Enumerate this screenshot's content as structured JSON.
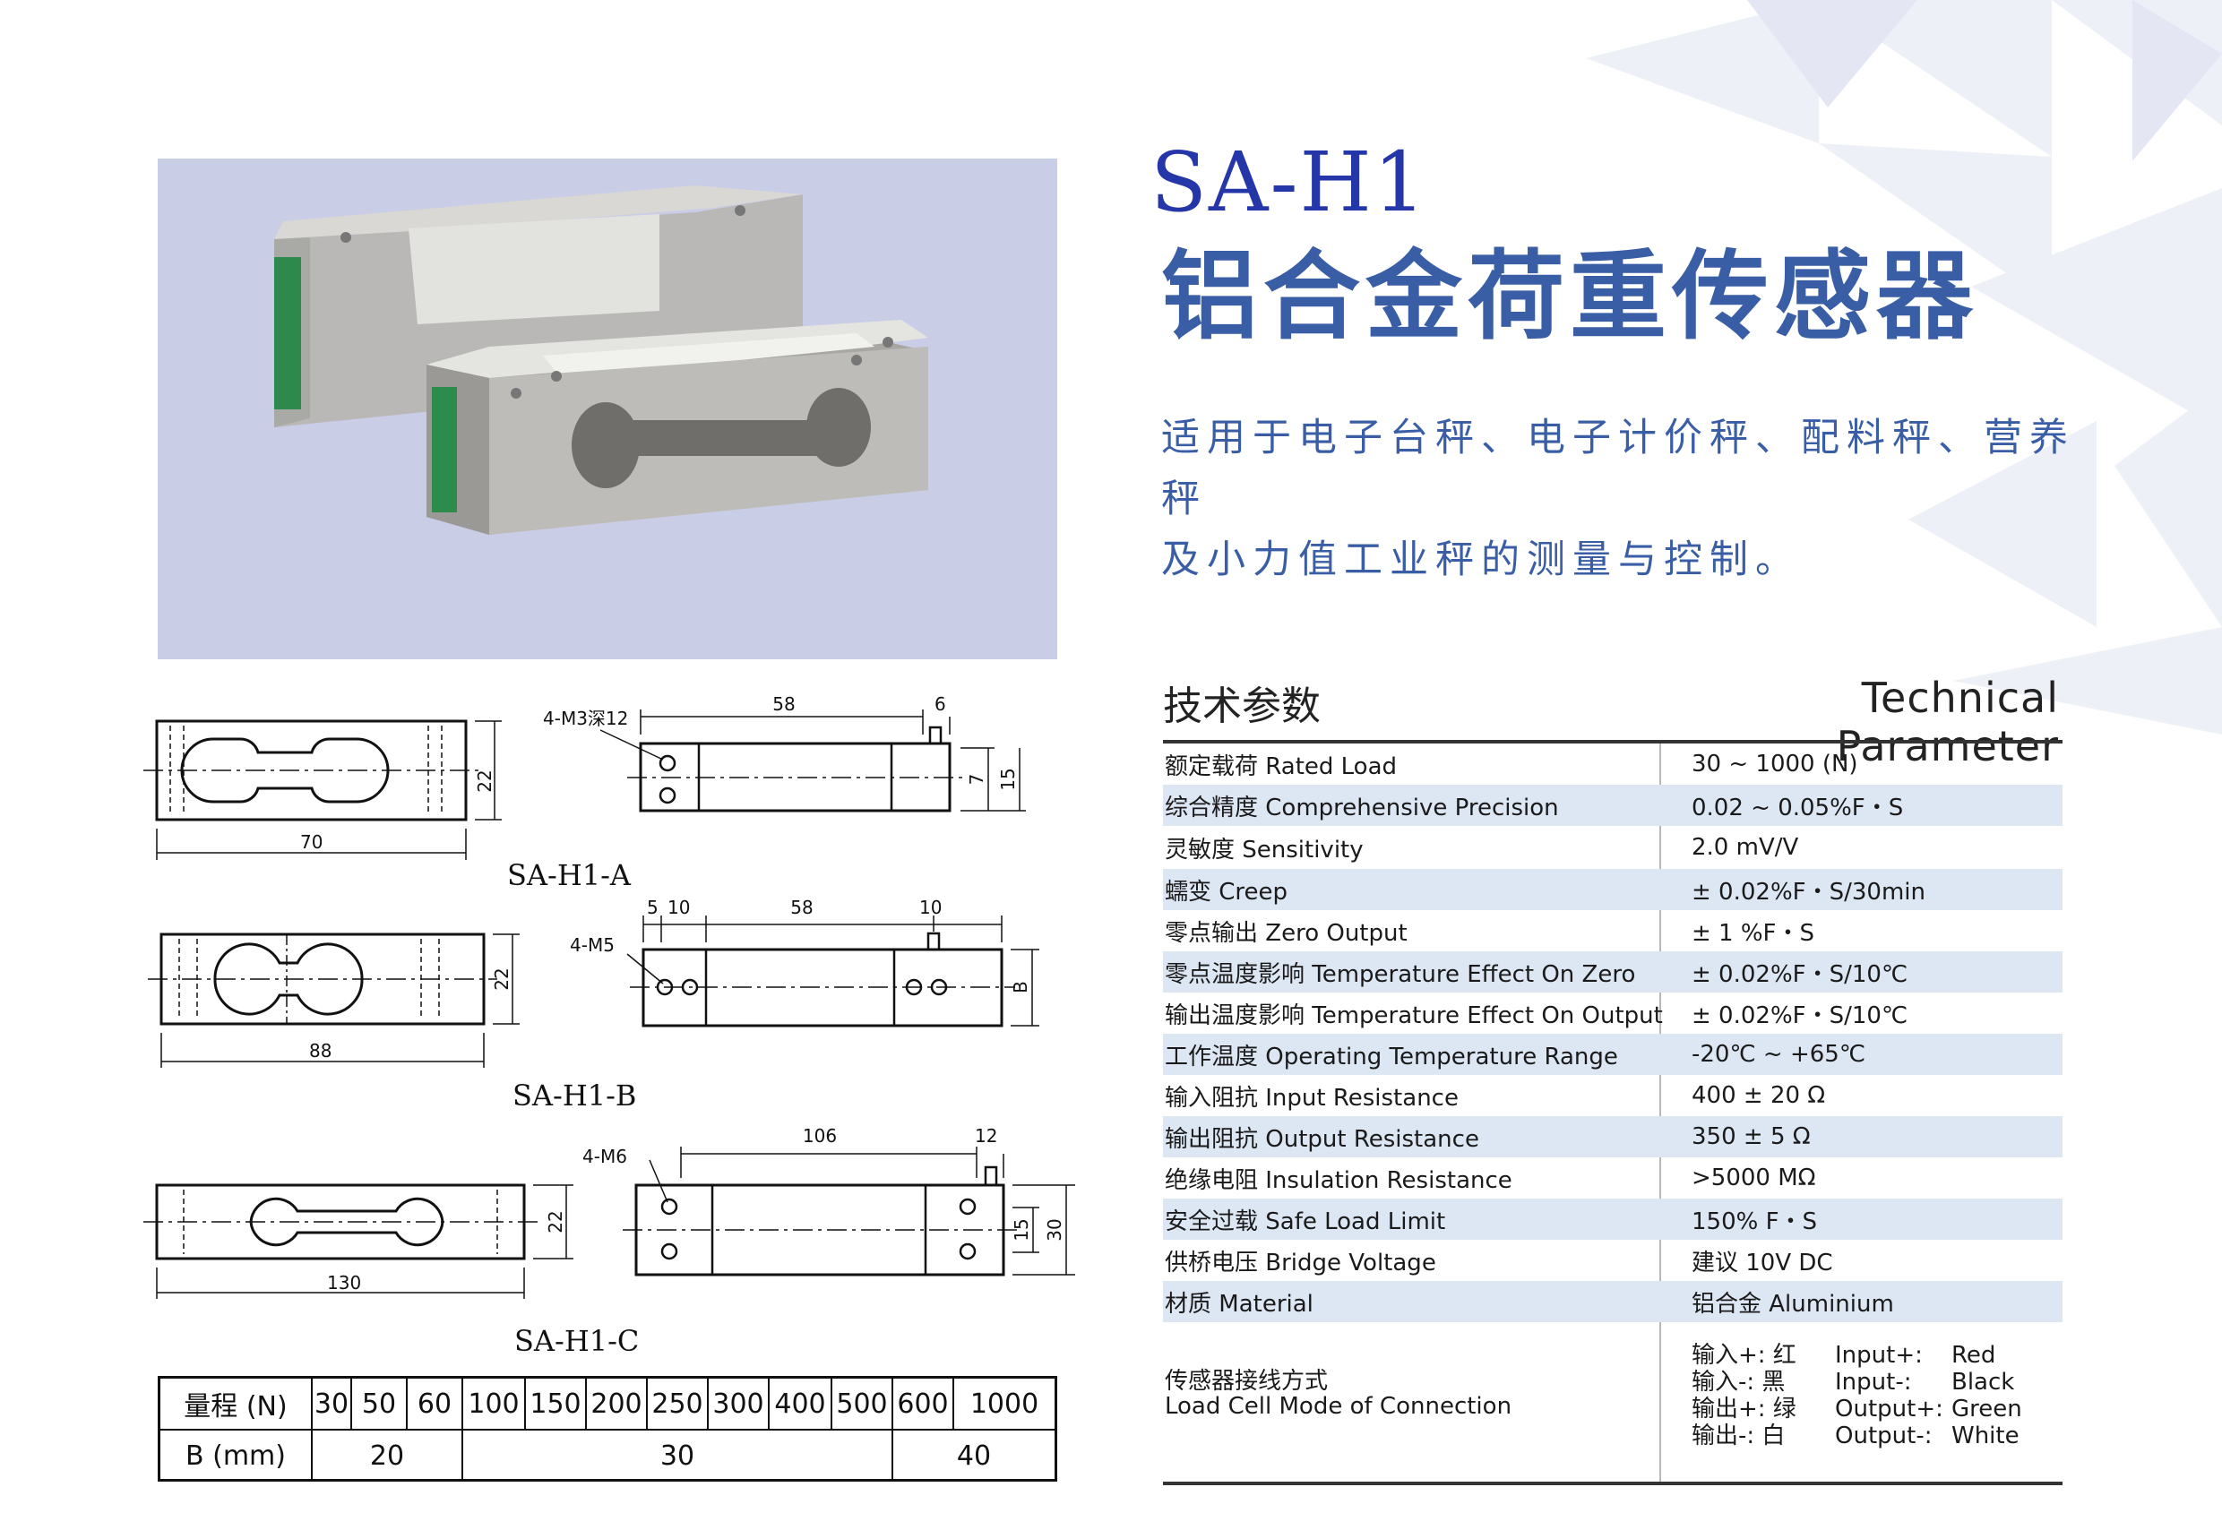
{
  "header": {
    "model": "SA-H1",
    "title": "铝合金荷重传感器",
    "description_line1": "适用于电子台秤、电子计价秤、配料秤、营养秤",
    "description_line2": "及小力值工业秤的测量与控制。"
  },
  "params": {
    "heading_cn": "技术参数",
    "heading_en": "Technical Parameter",
    "rows": [
      {
        "label": "额定载荷 Rated Load",
        "value": "30 ~ 1000 (N)"
      },
      {
        "label": "综合精度 Comprehensive Precision",
        "value": "0.02 ~ 0.05%F・S"
      },
      {
        "label": "灵敏度 Sensitivity",
        "value": "2.0 mV/V"
      },
      {
        "label": "蠕变 Creep",
        "value": "± 0.02%F・S/30min"
      },
      {
        "label": "零点输出 Zero Output",
        "value": "± 1 %F・S"
      },
      {
        "label": "零点温度影响 Temperature Effect On Zero",
        "value": "± 0.02%F・S/10℃"
      },
      {
        "label": "输出温度影响 Temperature Effect On Output",
        "value": "± 0.02%F・S/10℃"
      },
      {
        "label": "工作温度 Operating Temperature Range",
        "value": "-20℃ ~ +65℃"
      },
      {
        "label": "输入阻抗 Input Resistance",
        "value": "400 ± 20 Ω"
      },
      {
        "label": "输出阻抗 Output Resistance",
        "value": "350 ± 5 Ω"
      },
      {
        "label": "绝缘电阻 Insulation Resistance",
        "value": ">5000 MΩ"
      },
      {
        "label": "安全过载 Safe Load Limit",
        "value": "150% F・S"
      },
      {
        "label": "供桥电压 Bridge Voltage",
        "value": "建议 10V DC"
      },
      {
        "label": "材质 Material",
        "value": "铝合金 Aluminium"
      }
    ],
    "connection": {
      "label_cn": "传感器接线方式",
      "label_en": "Load Cell Mode of Connection",
      "wires": [
        {
          "cn": "输入+: 红",
          "en": "Input+:",
          "color": "Red"
        },
        {
          "cn": "输入-: 黑",
          "en": "Input-:",
          "color": "Black"
        },
        {
          "cn": "输出+: 绿",
          "en": "Output+:",
          "color": "Green"
        },
        {
          "cn": "输出-: 白",
          "en": "Output-:",
          "color": "White"
        }
      ]
    }
  },
  "drawings": {
    "a": {
      "caption": "SA-H1-A",
      "length": "70",
      "height": "22",
      "hole": "4-M3深12",
      "span": "58",
      "end": "6",
      "h1": "7",
      "h2": "15"
    },
    "b": {
      "caption": "SA-H1-B",
      "length": "88",
      "height": "22",
      "hole": "4-M5",
      "s1": "5",
      "s2": "10",
      "span": "58",
      "end": "10",
      "hlabel": "B"
    },
    "c": {
      "caption": "SA-H1-C",
      "length": "130",
      "height": "22",
      "hole": "4-M6",
      "span": "106",
      "end": "12",
      "h1": "15",
      "h2": "30"
    }
  },
  "range_table": {
    "row1_header": "量程 (N)",
    "capacities": [
      "30",
      "50",
      "60",
      "100",
      "150",
      "200",
      "250",
      "300",
      "400",
      "500",
      "600",
      "1000"
    ],
    "row2_header": "B (mm)",
    "b_values": [
      "20",
      "30",
      "40"
    ]
  }
}
